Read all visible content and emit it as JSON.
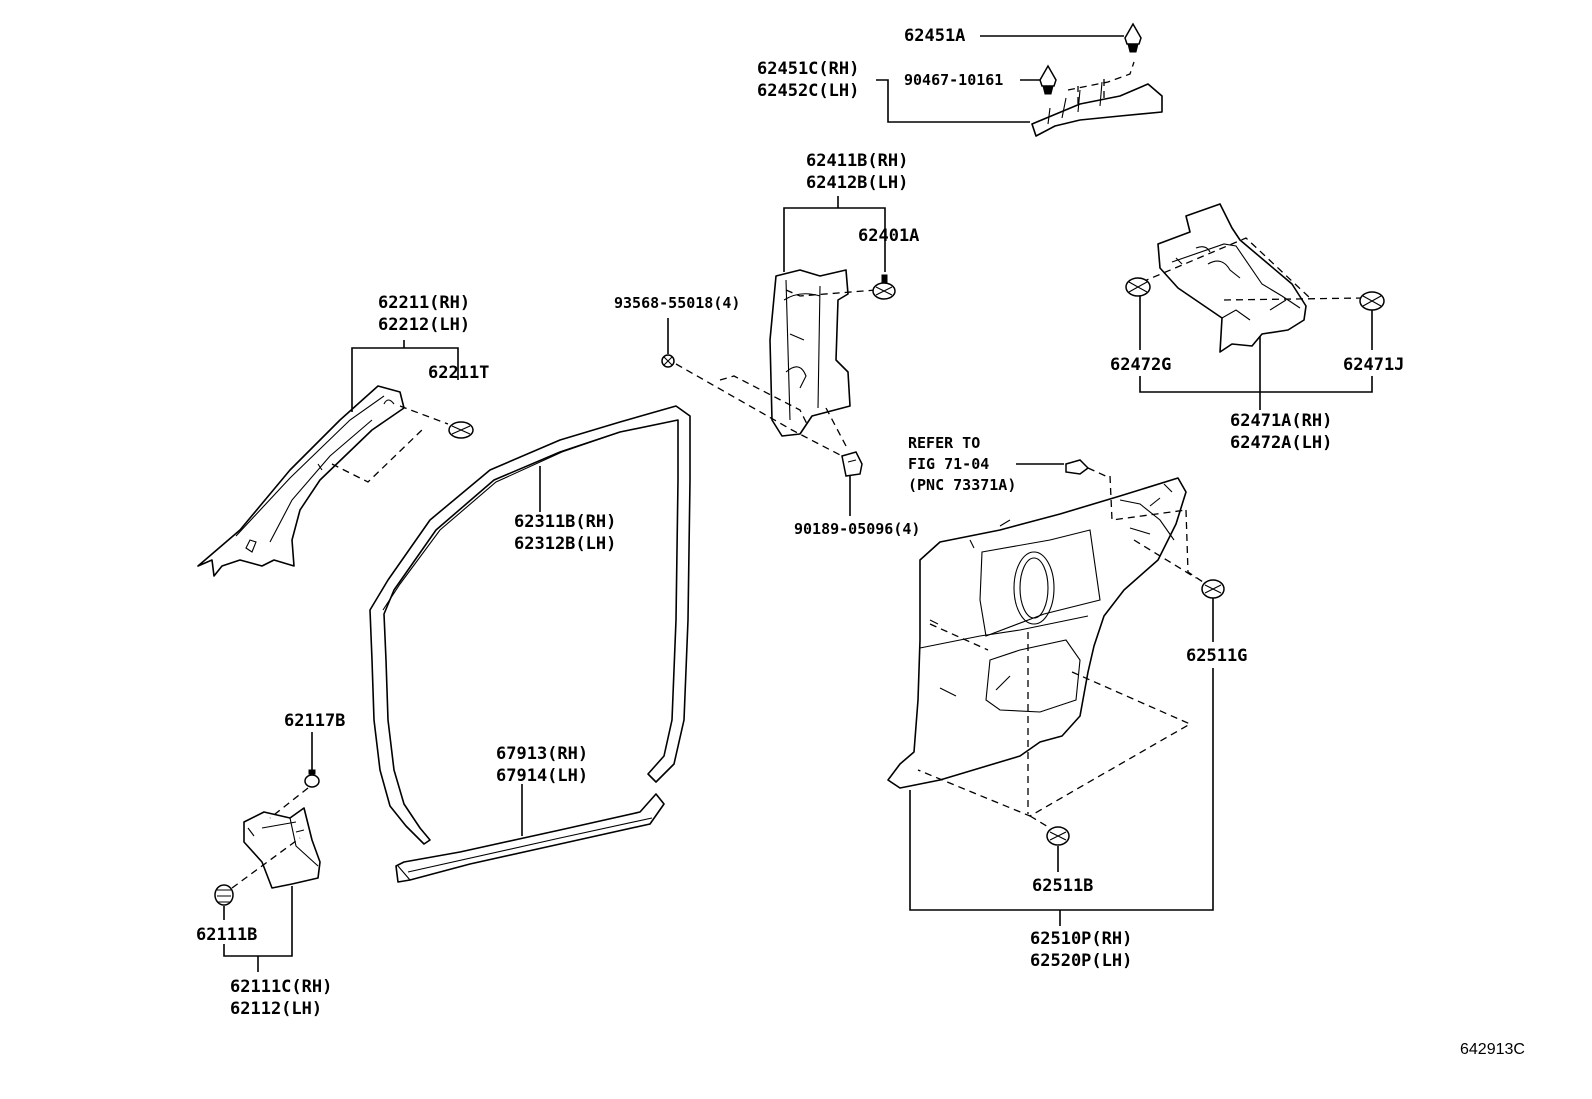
{
  "diagram": {
    "drawing_code": "642913C",
    "labels": {
      "p62451A": "62451A",
      "p62451C": "62451C(RH)",
      "p62452C": "62452C(LH)",
      "p90467": "90467-10161",
      "p62411B": "62411B(RH)",
      "p62412B": "62412B(LH)",
      "p62401A": "62401A",
      "p93568": "93568-55018(4)",
      "p90189": "90189-05096(4)",
      "p62211": "62211(RH)",
      "p62212": "62212(LH)",
      "p62211T": "62211T",
      "p62311B": "62311B(RH)",
      "p62312B": "62312B(LH)",
      "p62472G": "62472G",
      "p62471J": "62471J",
      "p62471A": "62471A(RH)",
      "p62472A": "62472A(LH)",
      "ref1": "REFER TO",
      "ref2": "FIG 71-04",
      "ref3": "(PNC 73371A)",
      "p62511G": "62511G",
      "p62117B": "62117B",
      "p67913": "67913(RH)",
      "p67914": "67914(LH)",
      "p62111B": "62111B",
      "p62111C": "62111C(RH)",
      "p62112": "62112(LH)",
      "p62511B": "62511B",
      "p62510P": "62510P(RH)",
      "p62520P": "62520P(LH)"
    }
  }
}
